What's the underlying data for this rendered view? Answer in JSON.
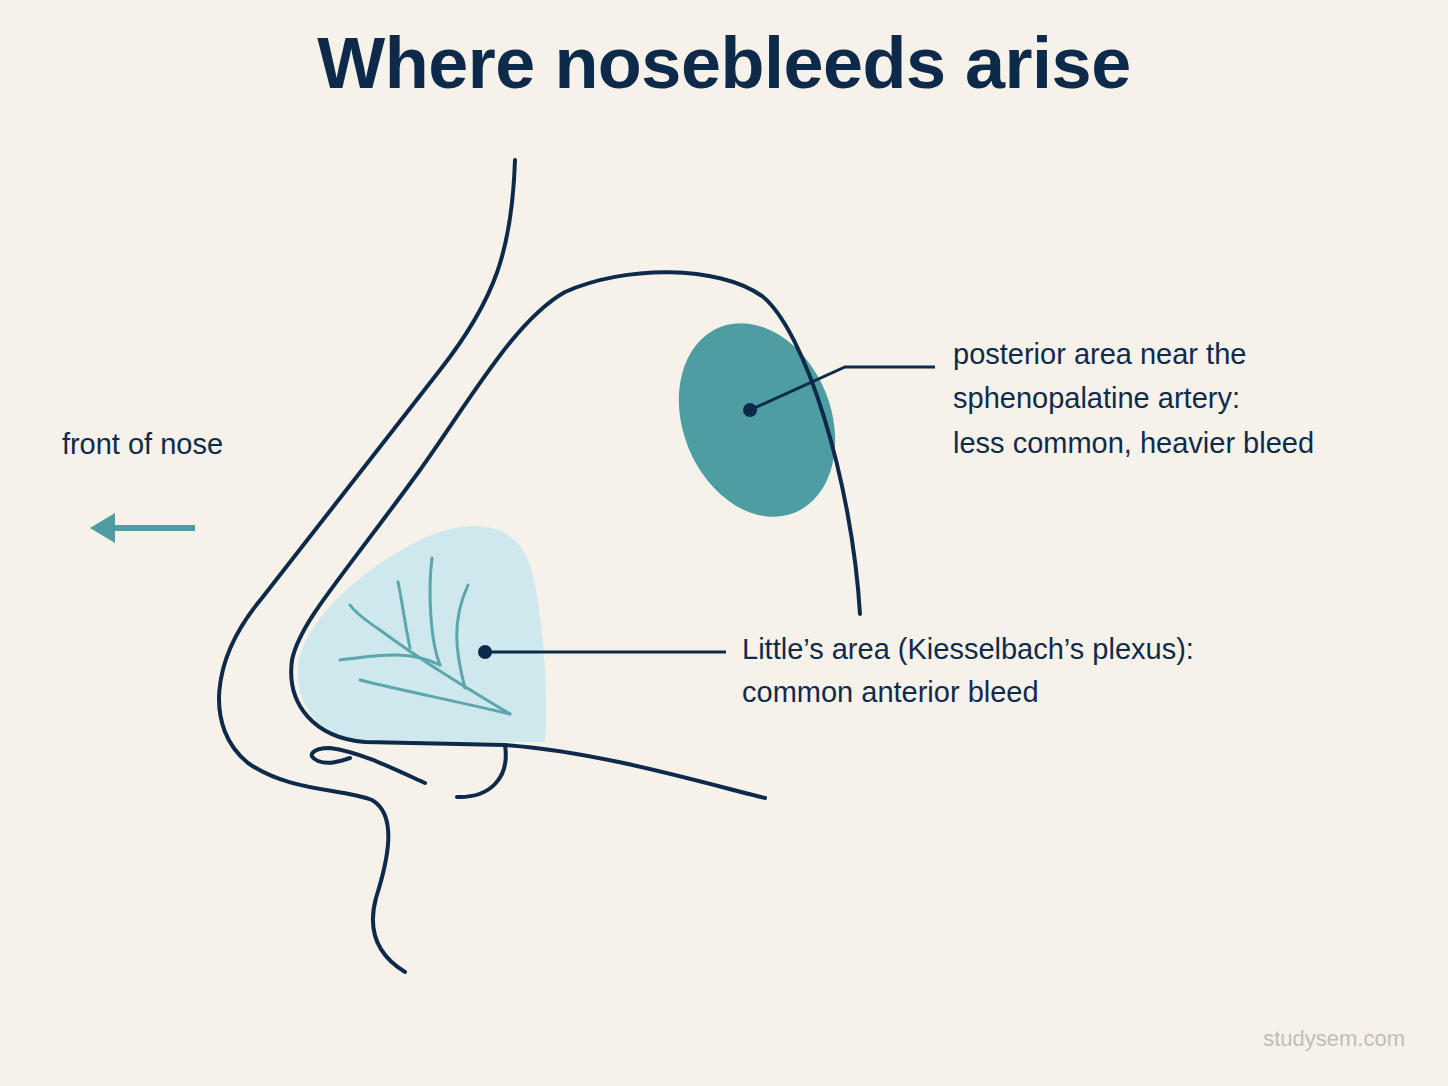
{
  "diagram": {
    "title": "Where nosebleeds arise",
    "labels": [
      "front of nose",
      "posterior area near the sphenopalatine artery:",
      "less common, heavier bleed",
      "Little’s area (Kiesselbach’s plexus):",
      "common anterior bleed",
      "studysem.com"
    ]
  }
}
